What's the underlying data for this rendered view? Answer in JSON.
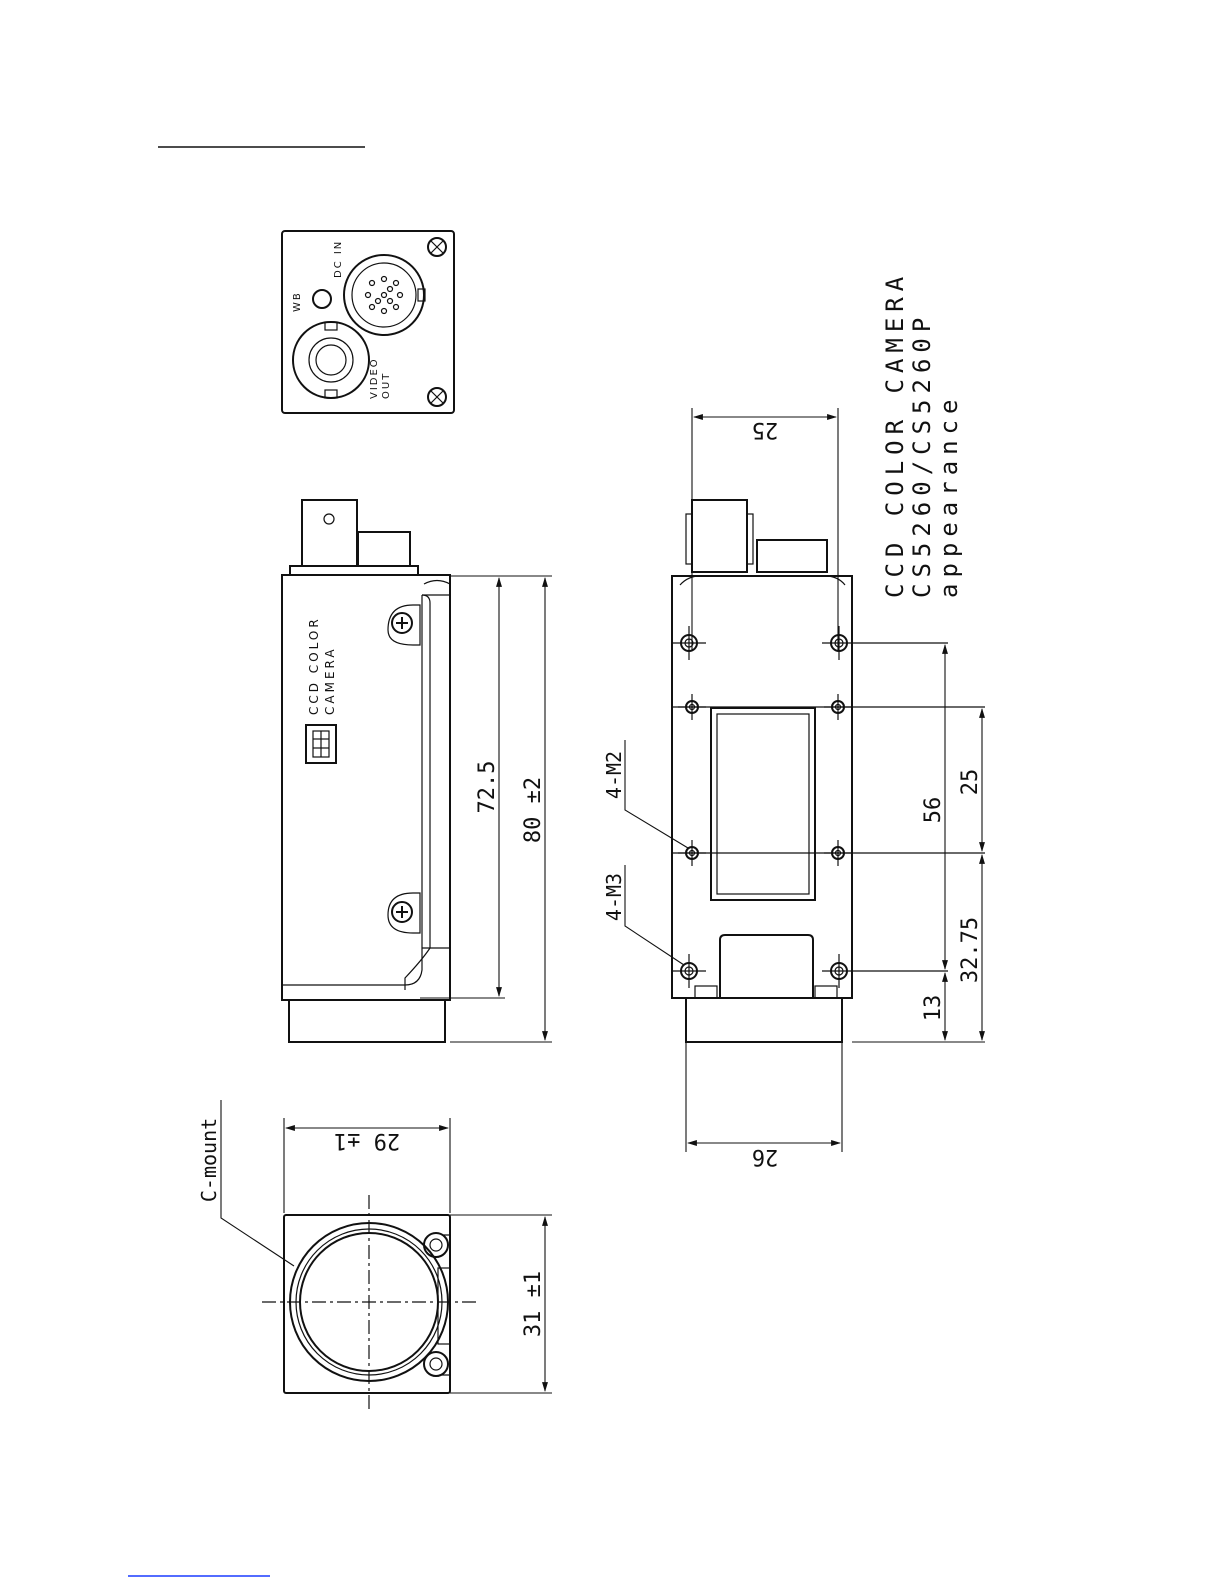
{
  "title": {
    "line1": "CCD COLOR CAMERA",
    "line2": "CS5260/CS5260P",
    "line3": "appearance"
  },
  "rear_panel": {
    "wb_label": "WB",
    "dc_in_label": "DC IN",
    "video_out_line1": "VIDEO",
    "video_out_line2": "OUT"
  },
  "side_view": {
    "body_label_line1": "CCD COLOR",
    "body_label_line2": "CAMERA",
    "dim_body_length": "72.5",
    "dim_total_length": "80 ±2"
  },
  "bottom_view": {
    "dim_top_width": "25",
    "dim_bottom_width": "26",
    "dim_56": "56",
    "dim_25": "25",
    "dim_13": "13",
    "dim_3275": "32.75",
    "callout_m2": "4-M2",
    "callout_m3": "4-M3"
  },
  "front_view": {
    "callout_mount": "C-mount",
    "dim_height": "29 ±1",
    "dim_width": "31 ±1"
  }
}
